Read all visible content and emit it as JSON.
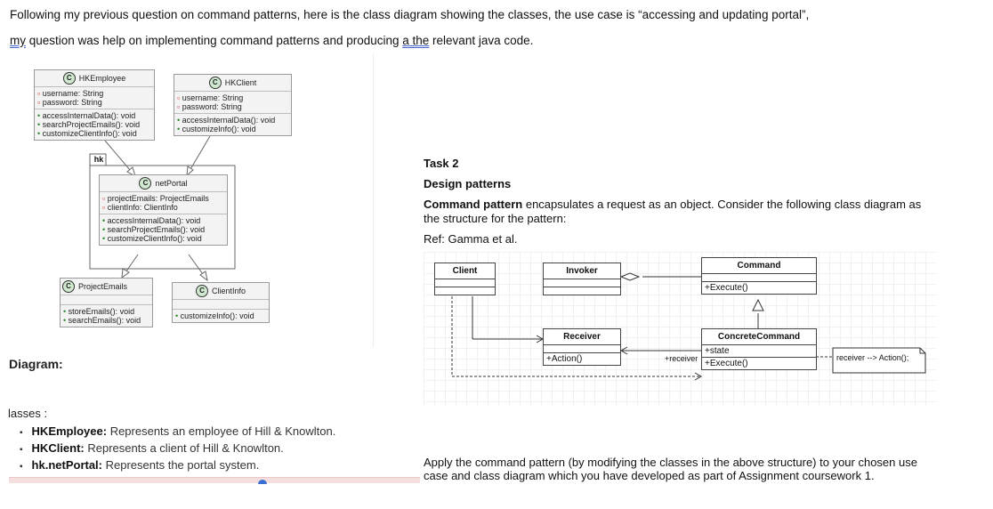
{
  "intro": {
    "line1": "Following my previous question on command patterns, here is the class diagram showing the classes, the use case is “accessing and updating portal”,",
    "line2_my": "my",
    "line2_mid": " question was help on implementing command patterns and producing ",
    "line2_athe": "a the",
    "line2_end": " relevant java code."
  },
  "uml": {
    "employee": {
      "name": "HKEmployee",
      "fields": [
        "username: String",
        "password: String"
      ],
      "methods": [
        "accessInternalData(): void",
        "searchProjectEmails(): void",
        "customizeClientInfo(): void"
      ]
    },
    "client": {
      "name": "HKClient",
      "fields": [
        "username: String",
        "password: String"
      ],
      "methods": [
        "accessInternalData(): void",
        "customizeInfo(): void"
      ]
    },
    "package_tab": "hk",
    "portal": {
      "name": "netPortal",
      "fields": [
        "projectEmails: ProjectEmails",
        "clientInfo: ClientInfo"
      ],
      "methods": [
        "accessInternalData(): void",
        "searchProjectEmails(): void",
        "customizeClientInfo(): void"
      ]
    },
    "project_emails": {
      "name": "ProjectEmails",
      "methods": [
        "storeEmails(): void",
        "searchEmails(): void"
      ]
    },
    "client_info": {
      "name": "ClientInfo",
      "methods": [
        "customizeInfo(): void"
      ]
    },
    "badge": "C"
  },
  "diagram_label": "Diagram:",
  "classes_heading": "lasses :",
  "classes": [
    {
      "term": "HKEmployee:",
      "desc": " Represents an employee of Hill & Knowlton."
    },
    {
      "term": "HKClient:",
      "desc": " Represents a client of Hill & Knowlton."
    },
    {
      "term": "hk.netPortal:",
      "desc": " Represents the portal system."
    }
  ],
  "task": {
    "title": "Task 2",
    "subtitle": "Design patterns",
    "desc_bold": "Command pattern",
    "desc_rest1": " encapsulates a request as an object.  Consider the following class diagram as",
    "desc_rest2": "the structure for the pattern:",
    "ref": "Ref:  Gamma et al.",
    "apply1": "Apply the command pattern (by modifying the classes in the above structure) to your chosen use",
    "apply2": "case and class diagram which you have developed as part of Assignment coursework 1."
  },
  "pattern": {
    "client": "Client",
    "invoker": "Invoker",
    "command": "Command",
    "command_op": "+Execute()",
    "receiver": "Receiver",
    "receiver_op": "+Action()",
    "concrete": "ConcreteCommand",
    "concrete_attr": "+state",
    "concrete_op": "+Execute()",
    "receiver_role": "+receiver",
    "note": "receiver --> Action();"
  }
}
